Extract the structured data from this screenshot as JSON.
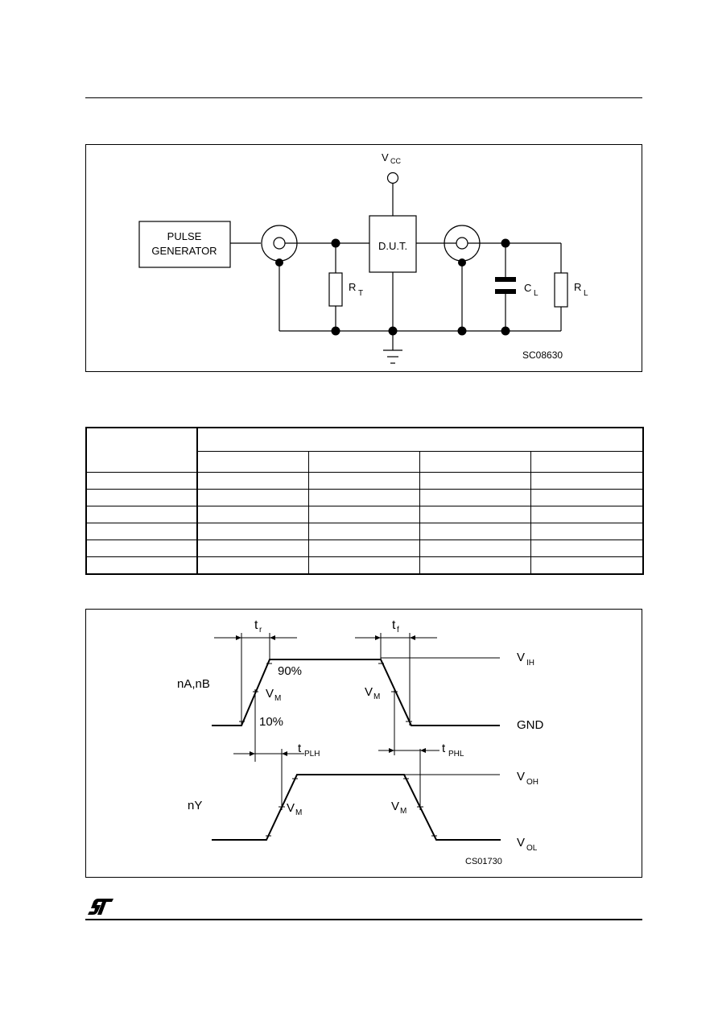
{
  "circuit": {
    "vcc_label": "V",
    "vcc_sub": "CC",
    "generator_line1": "PULSE",
    "generator_line2": "GENERATOR",
    "dut_label": "D.U.T.",
    "rt_label": "R",
    "rt_sub": "T",
    "cl_label": "C",
    "cl_sub": "L",
    "rl_label": "R",
    "rl_sub": "L",
    "code": "SC08630"
  },
  "table": {
    "rows": [
      [
        "",
        "",
        "",
        "",
        ""
      ],
      [
        "",
        "",
        "",
        "",
        ""
      ],
      [
        "",
        "",
        "",
        "",
        ""
      ],
      [
        "",
        "",
        "",
        "",
        ""
      ],
      [
        "",
        "",
        "",
        "",
        ""
      ],
      [
        "",
        "",
        "",
        "",
        ""
      ]
    ]
  },
  "waveform": {
    "tr": "t",
    "tr_sub": "r",
    "tf": "t",
    "tf_sub": "f",
    "pct90": "90%",
    "pct10": "10%",
    "vm": "V",
    "vm_sub": "M",
    "input_label": "nA,nB",
    "output_label": "nY",
    "vih": "V",
    "vih_sub": "IH",
    "gnd": "GND",
    "voh": "V",
    "voh_sub": "OH",
    "vol": "V",
    "vol_sub": "OL",
    "tplh": "t",
    "tplh_sub": "PLH",
    "tphl": "t",
    "tphl_sub": "PHL",
    "code": "CS01730"
  },
  "footer": {
    "logo_icon": "st-logo-icon"
  }
}
